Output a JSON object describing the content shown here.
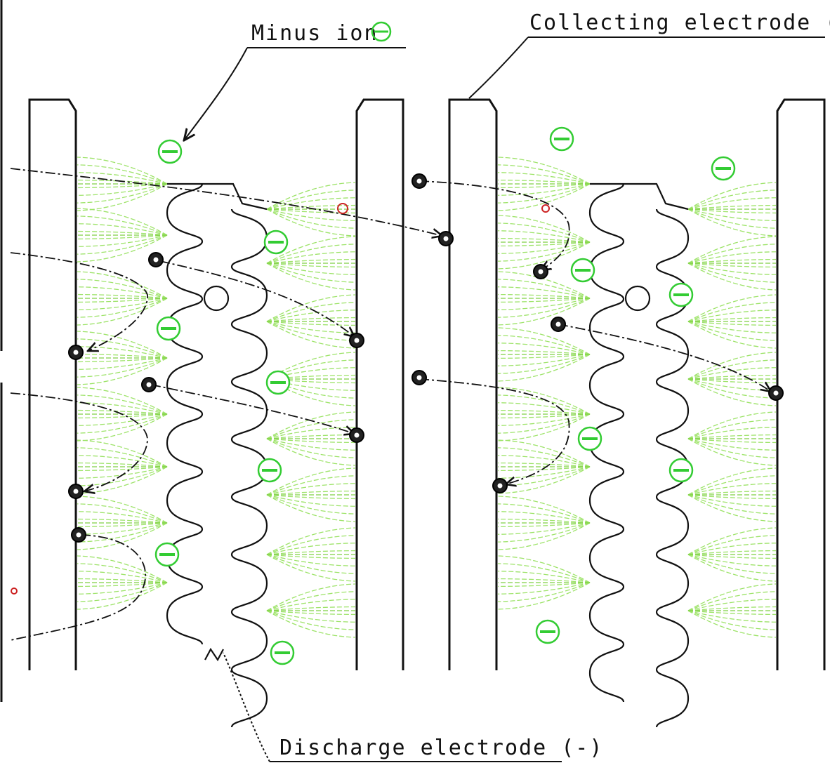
{
  "labels": {
    "minus_ion": "Minus ion",
    "collecting_electrode": "Collecting electrode (+)",
    "discharge_electrode": "Discharge electrode (-)"
  },
  "colors": {
    "line": "#111111",
    "corona": "#9ee36a",
    "ion": "#33cc33",
    "particle": "#222222",
    "highlight": "#cc2222"
  },
  "icons": {
    "ion_symbol": "minus-in-circle-icon",
    "particle_symbol": "dust-particle-icon"
  }
}
